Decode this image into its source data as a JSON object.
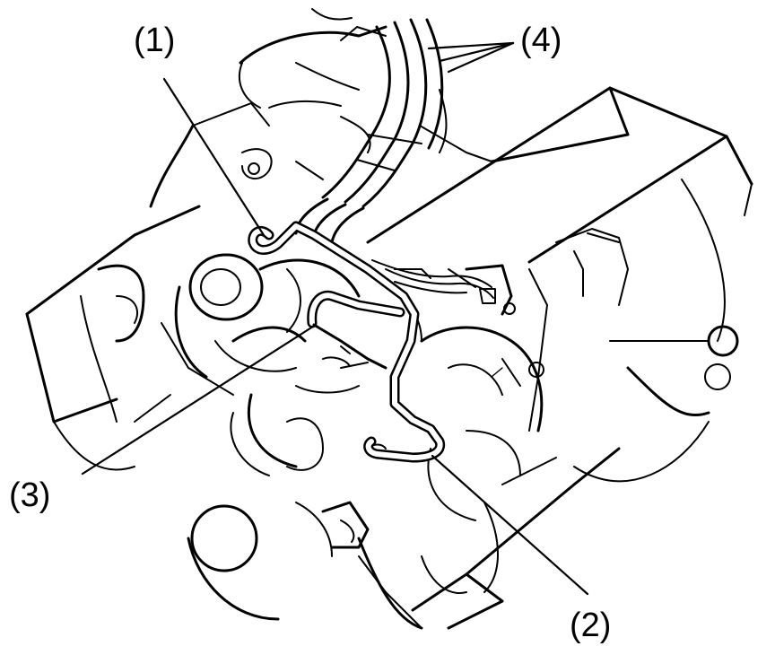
{
  "callouts": {
    "c1": "(1)",
    "c2": "(2)",
    "c3": "(3)",
    "c4": "(4)"
  }
}
